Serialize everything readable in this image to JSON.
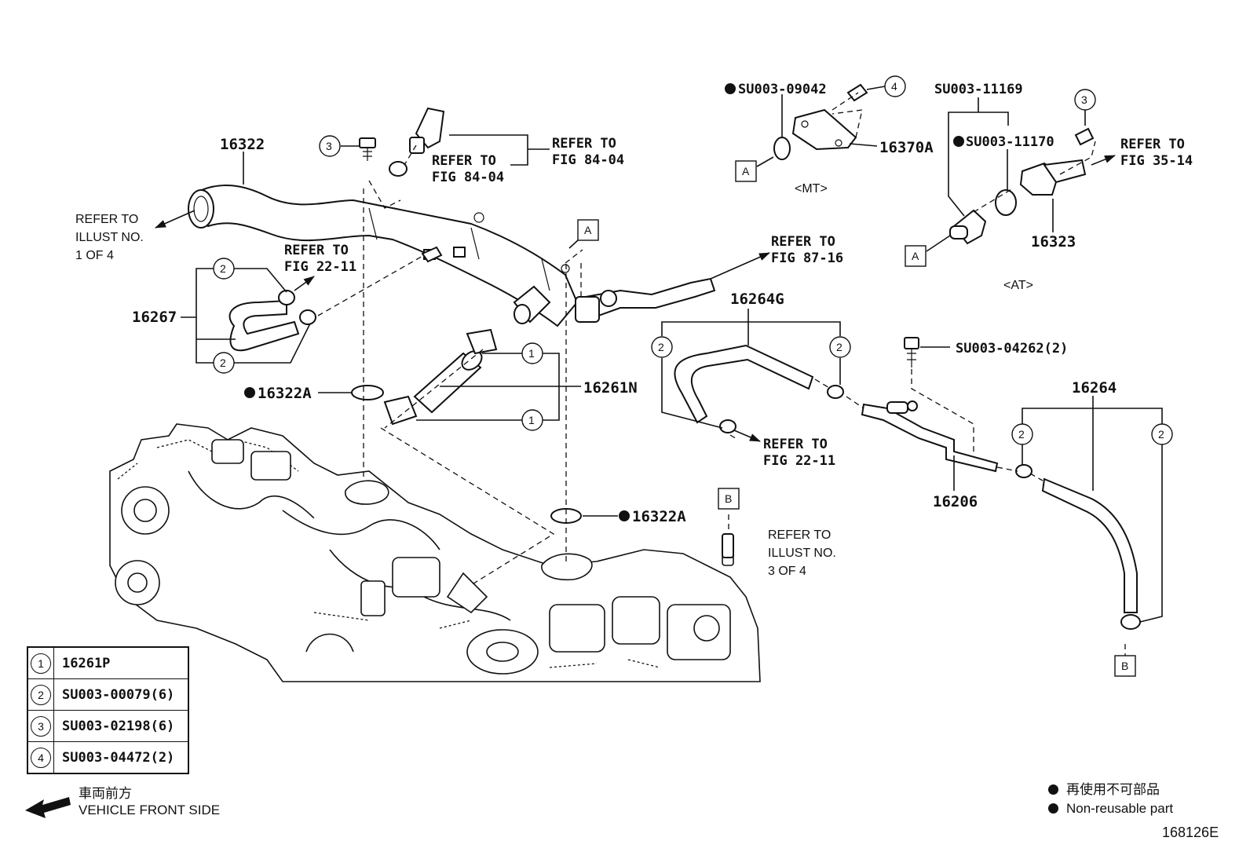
{
  "callouts": {
    "p16322": "16322",
    "p16267": "16267",
    "p16322A_a": "16322A",
    "p16322A_b": "16322A",
    "p16261N": "16261N",
    "p16370A": "16370A",
    "p16323": "16323",
    "p16264G": "16264G",
    "p16206": "16206",
    "p16264": "16264",
    "su09042": "SU003-09042",
    "su11169": "SU003-11169",
    "su11170": "SU003-11170",
    "su04262": "SU003-04262(2)",
    "mt": "<MT>",
    "at": "<AT>"
  },
  "refs": {
    "illust1": [
      "REFER TO",
      "ILLUST NO.",
      "1 OF 4"
    ],
    "fig2211_a": [
      "REFER TO",
      "FIG 22-11"
    ],
    "fig8404_a": [
      "REFER TO",
      "FIG 84-04"
    ],
    "fig8404_b": [
      "REFER TO",
      "FIG 84-04"
    ],
    "fig8716": [
      "REFER TO",
      "FIG 87-16"
    ],
    "fig3514": [
      "REFER TO",
      "FIG 35-14"
    ],
    "fig2211_b": [
      "REFER TO",
      "FIG 22-11"
    ],
    "illust3": [
      "REFER TO",
      "ILLUST NO.",
      "3 OF 4"
    ]
  },
  "circle_numbers": {
    "one": "1",
    "two": "2",
    "three": "3",
    "four": "4"
  },
  "boxes": {
    "a": "A",
    "b": "B"
  },
  "legend": [
    {
      "num": "1",
      "value": "16261P"
    },
    {
      "num": "2",
      "value": "SU003-00079(6)"
    },
    {
      "num": "3",
      "value": "SU003-02198(6)"
    },
    {
      "num": "4",
      "value": "SU003-04472(2)"
    }
  ],
  "front": {
    "jp": "車両前方",
    "en": "VEHICLE FRONT SIDE"
  },
  "nonreusable": {
    "jp": "再使用不可部品",
    "en": "Non-reusable part"
  },
  "diagram_code": "168126E"
}
